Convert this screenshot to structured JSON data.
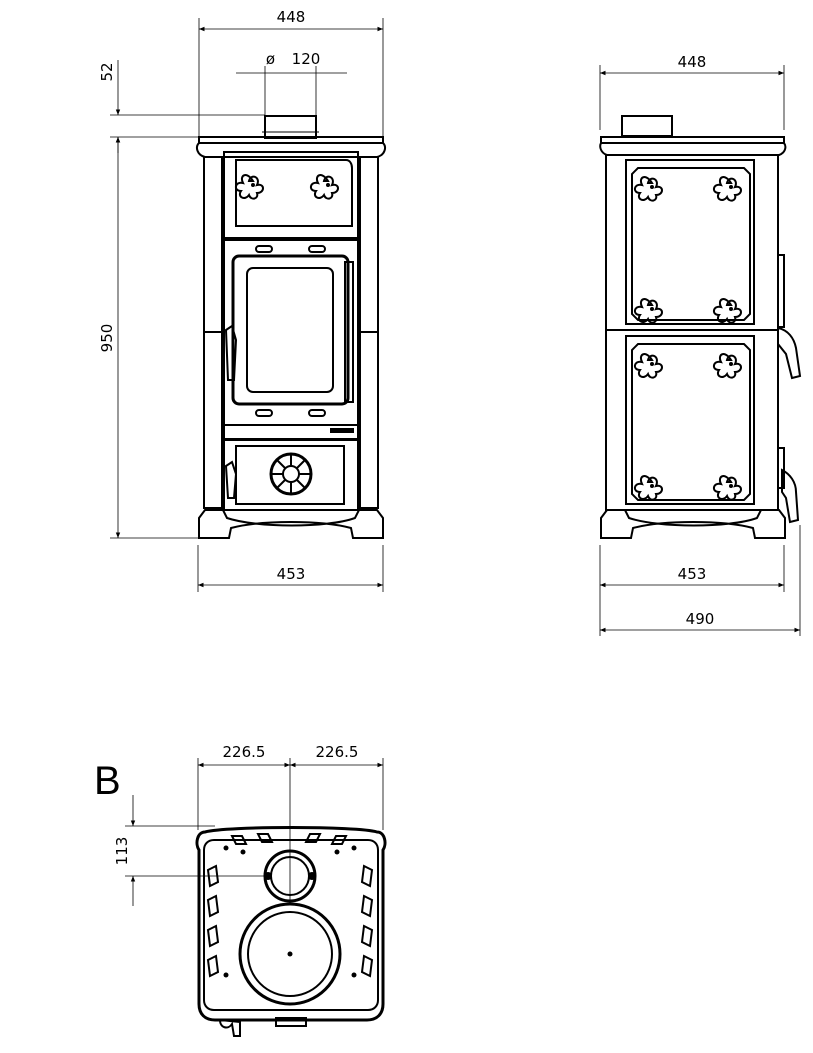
{
  "front_view": {
    "width_top": "448",
    "flue_diameter_symbol": "ø",
    "flue_diameter": "120",
    "flue_height": "52",
    "body_height": "950",
    "width_bottom": "453"
  },
  "side_view": {
    "width_top": "448",
    "width_body": "453",
    "depth_total": "490"
  },
  "top_view": {
    "label": "B",
    "half_width_left": "226.5",
    "half_width_right": "226.5",
    "flue_offset": "113"
  }
}
